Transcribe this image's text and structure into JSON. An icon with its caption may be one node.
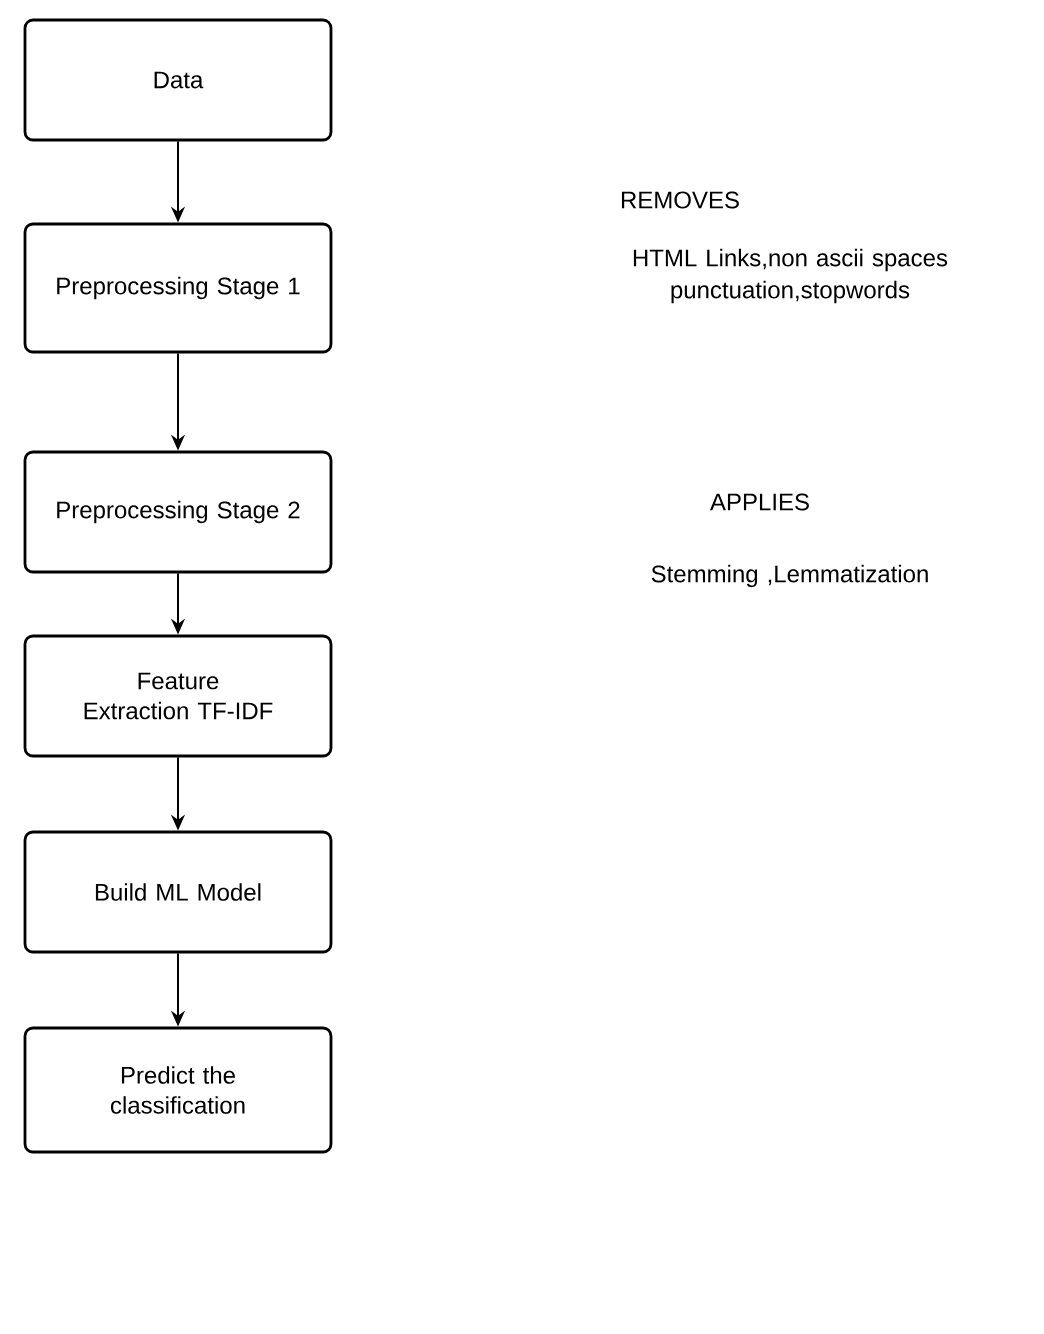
{
  "diagram": {
    "nodes": [
      {
        "text": [
          "Data"
        ]
      },
      {
        "text": [
          "Preprocessing Stage 1"
        ],
        "beside": [
          "REMOVES",
          "HTML Links,non ascii spaces punctuation,stopwords"
        ]
      },
      {
        "text": [
          "Preprocessing Stage 2"
        ],
        "beside": [
          "APPLIES",
          "Stemming ,Lemmatization"
        ]
      },
      {
        "text": [
          "Feature Extraction TF-IDF"
        ]
      },
      {
        "text": [
          "Build ML Model"
        ]
      },
      {
        "text": [
          "Predict the classification"
        ]
      }
    ],
    "edges": [
      {
        "from": 0,
        "to": 1,
        "arrow": "to"
      },
      {
        "from": 1,
        "to": 2,
        "arrow": "to"
      },
      {
        "from": 2,
        "to": 3,
        "arrow": "to"
      },
      {
        "from": 3,
        "to": 4,
        "arrow": "to"
      },
      {
        "from": 4,
        "to": 5,
        "arrow": "to"
      }
    ]
  }
}
